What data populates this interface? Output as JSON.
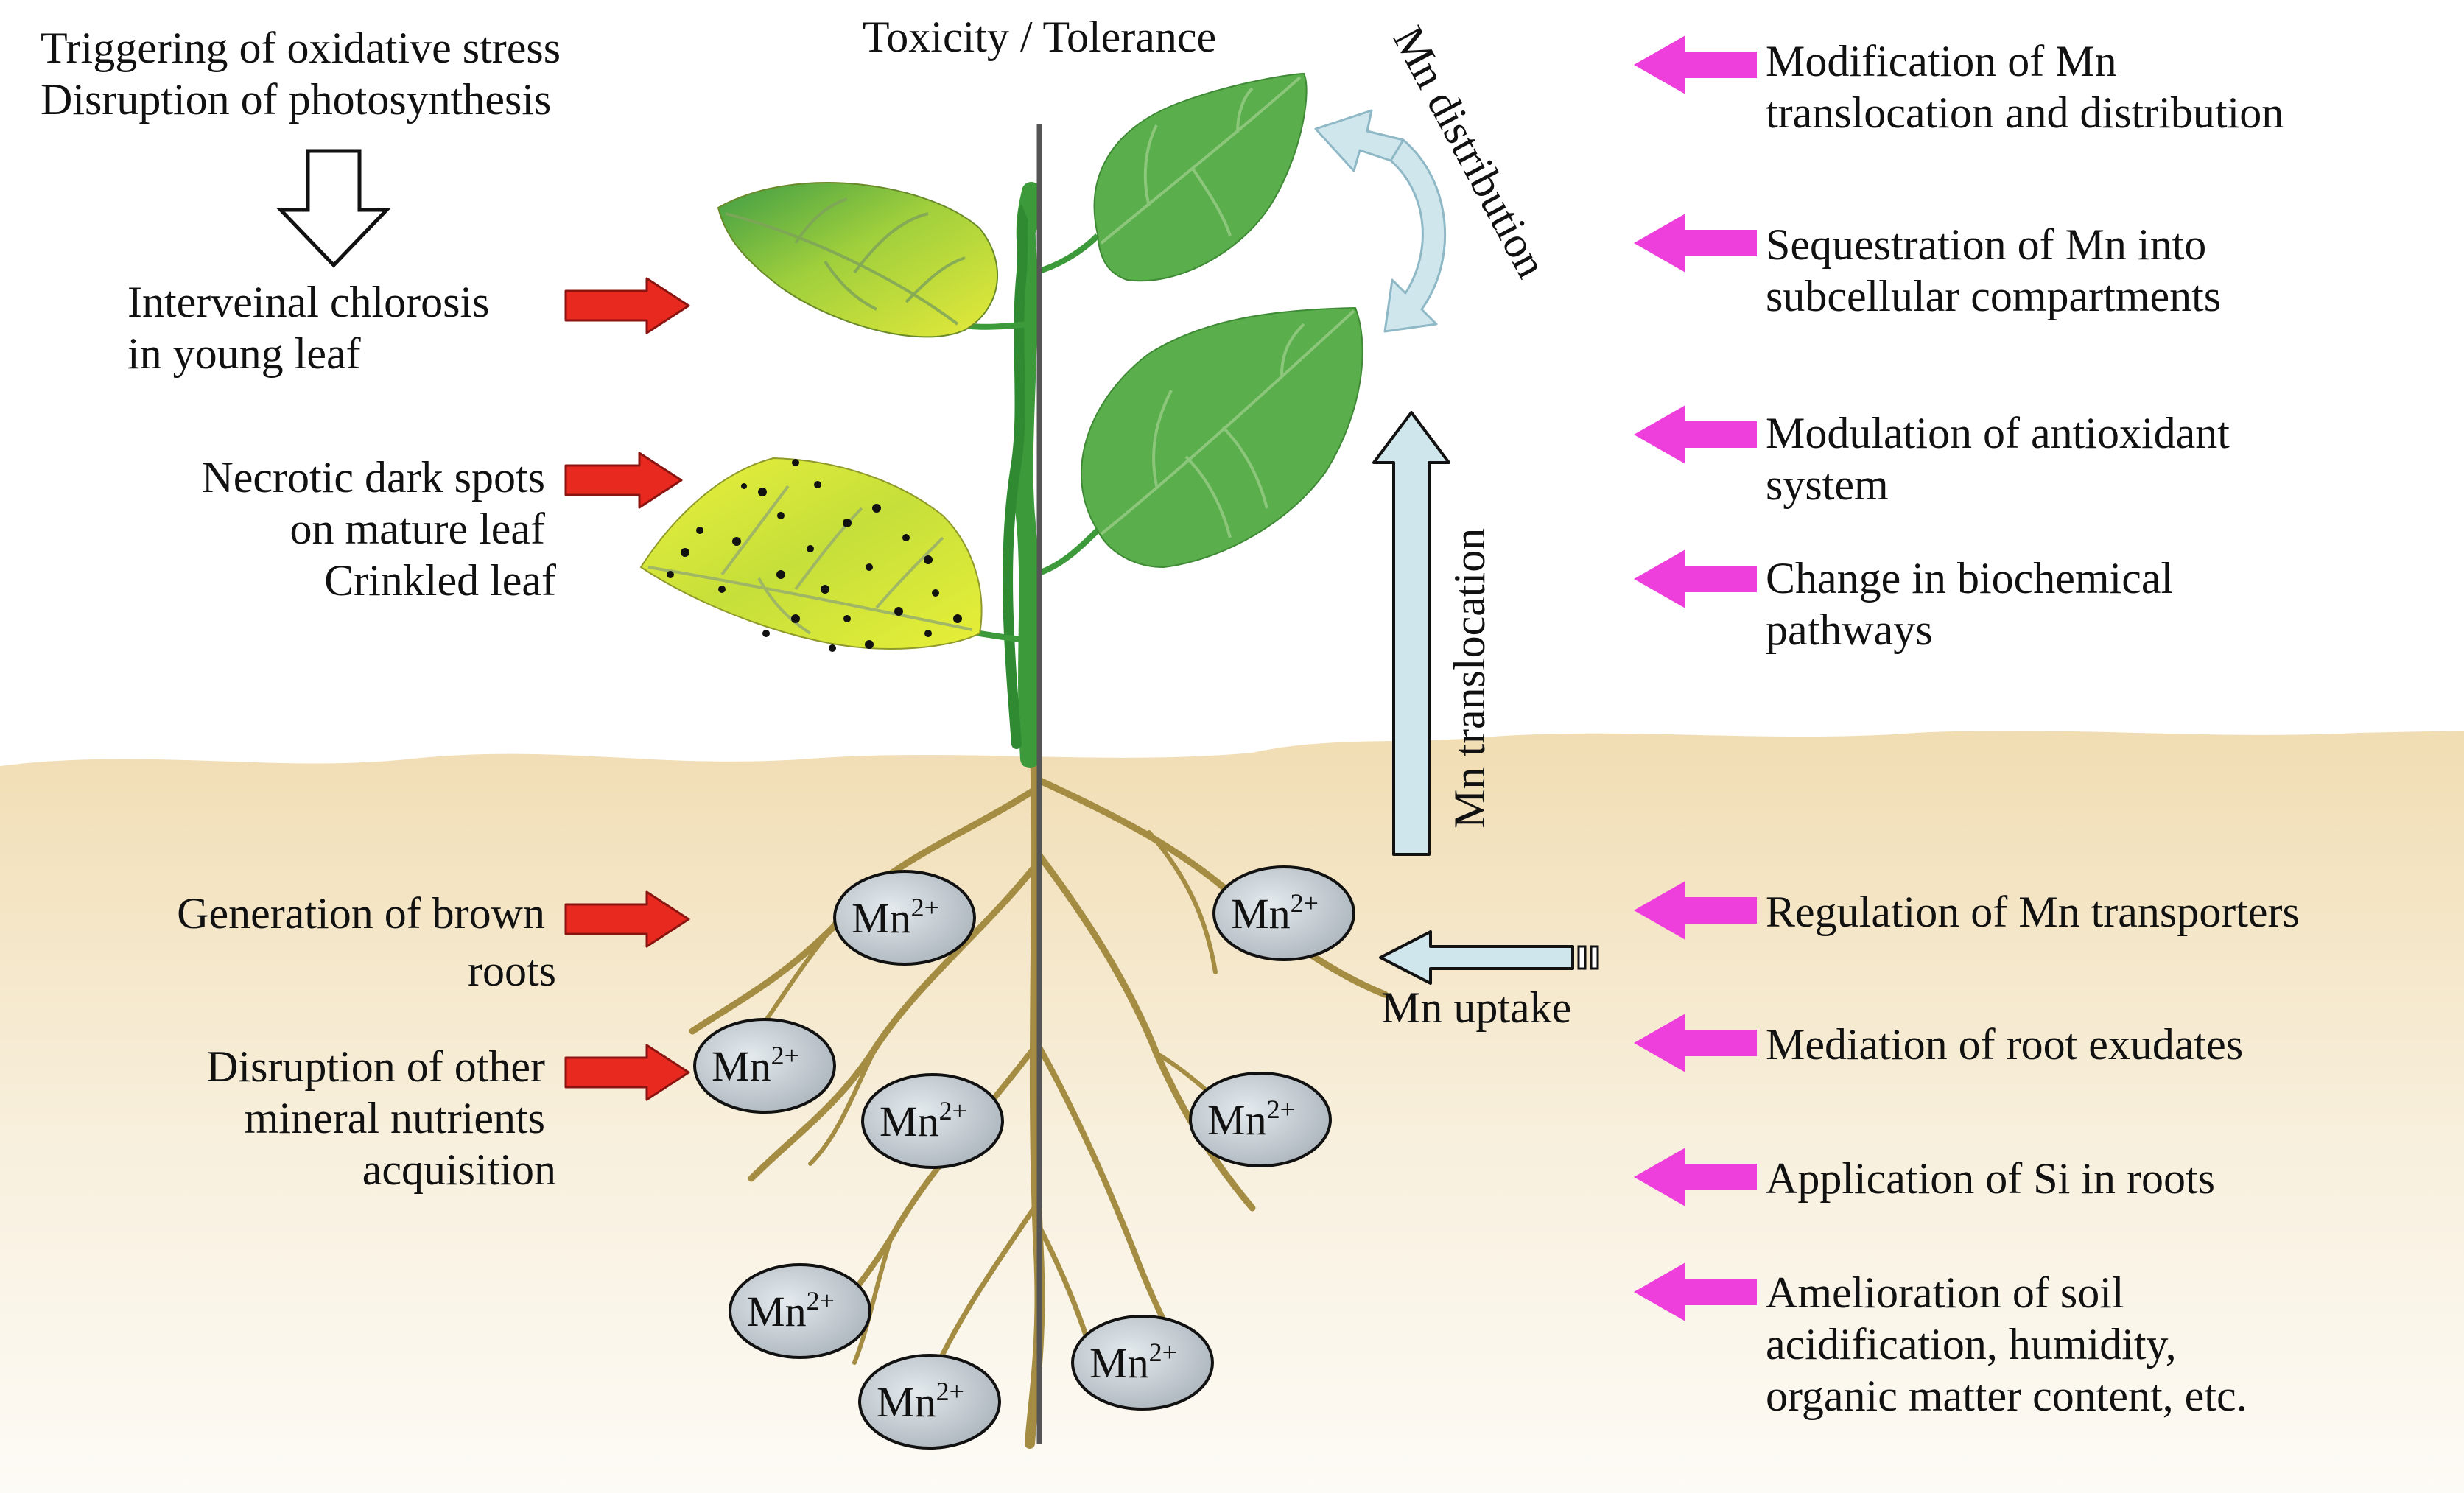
{
  "header": {
    "toxicity_tolerance": "Toxicity / Tolerance"
  },
  "toxicity": {
    "trigger_lines": [
      "Triggering of oxidative stress",
      "Disruption of photosynthesis"
    ],
    "symptoms": [
      {
        "id": "chlorosis",
        "lines": [
          "Interveinal chlorosis",
          "in young leaf"
        ]
      },
      {
        "id": "necrotic",
        "lines": [
          "Necrotic dark spots",
          "on mature leaf",
          "Crinkled leaf"
        ]
      },
      {
        "id": "brown-roots",
        "lines": [
          "Generation of brown",
          "roots"
        ]
      },
      {
        "id": "nutrient-disruption",
        "lines": [
          "Disruption of other",
          "mineral nutrients",
          "acquisition"
        ]
      }
    ]
  },
  "tolerance": {
    "strategies": [
      {
        "id": "translocation",
        "lines": [
          "Modification of Mn",
          "translocation and distribution"
        ]
      },
      {
        "id": "sequestration",
        "lines": [
          "Sequestration of Mn into",
          "subcellular compartments"
        ]
      },
      {
        "id": "antioxidant",
        "lines": [
          "Modulation of antioxidant",
          "system"
        ]
      },
      {
        "id": "biochemical",
        "lines": [
          "Change in biochemical",
          "pathways"
        ]
      },
      {
        "id": "transporters",
        "lines": [
          "Regulation of Mn transporters"
        ]
      },
      {
        "id": "exudates",
        "lines": [
          "Mediation of root exudates"
        ]
      },
      {
        "id": "silicon",
        "lines": [
          "Application of Si in roots"
        ]
      },
      {
        "id": "soil",
        "lines": [
          "Amelioration of soil",
          "acidification, humidity,",
          "organic matter content, etc."
        ]
      }
    ]
  },
  "processes": {
    "distribution": "Mn distribution",
    "translocation": "Mn translocation",
    "uptake": "Mn uptake"
  },
  "ion": {
    "symbol": "Mn",
    "charge": "2+"
  },
  "colors": {
    "symptom_arrow": "#e8291f",
    "strategy_arrow": "#ee3fdc",
    "process_arrow": "#cfe6ec",
    "leaf_healthy": "#5aae4c",
    "leaf_chlorotic": "#cfe23a",
    "stem": "#3c9a3a",
    "root": "#a48d43",
    "soil": "#f1ddb3",
    "ion_fill": "#b9c2c8"
  }
}
